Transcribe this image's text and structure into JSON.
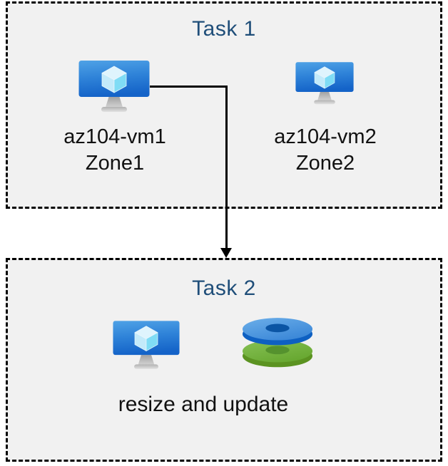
{
  "diagram": {
    "task1": {
      "title": "Task 1",
      "vms": [
        {
          "name": "az104-vm1",
          "zone": "Zone1",
          "icon": "virtual-machine-icon"
        },
        {
          "name": "az104-vm2",
          "zone": "Zone2",
          "icon": "virtual-machine-icon"
        }
      ]
    },
    "task2": {
      "title": "Task 2",
      "caption": "resize and update",
      "icons": [
        "virtual-machine-icon",
        "managed-disks-icon"
      ]
    },
    "arrow": {
      "from": "az104-vm1",
      "to": "Task 2",
      "shape": "elbow-right-then-down"
    },
    "colors": {
      "title_text": "#1f4e79",
      "box_fill": "#f1f1f1",
      "box_border": "#000000",
      "label_text": "#111111",
      "vm_screen_top": "#4fa2e6",
      "vm_screen_bottom": "#1463c8",
      "cube_top_face": "#dff4fd",
      "cube_left_face": "#c3eafa",
      "cube_right_face": "#7fdcf5",
      "disk_blue_top": "#4c98df",
      "disk_blue_side": "#0e60c2",
      "disk_blue_hole": "#0b55a4",
      "disk_green_top": "#74b13c",
      "disk_green_side": "#5b9321",
      "disk_green_hole": "#55922e",
      "arrow": "#000000"
    }
  }
}
